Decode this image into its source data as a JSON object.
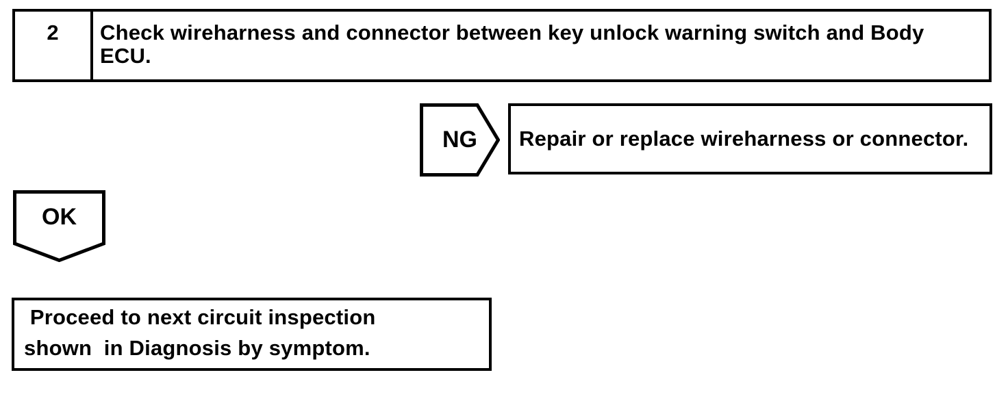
{
  "page": {
    "background_color": "#ffffff",
    "ink_color": "#000000"
  },
  "flowchart": {
    "step_box": {
      "number": "2",
      "instruction": "Check wireharness and connector between key unlock warning switch and Body ECU."
    },
    "ng_branch": {
      "connector_label": "NG",
      "result": "Repair or replace wireharness or connector."
    },
    "ok_branch": {
      "connector_label": "OK",
      "result": " Proceed to next circuit inspection\nshown  in Diagnosis by symptom."
    }
  }
}
